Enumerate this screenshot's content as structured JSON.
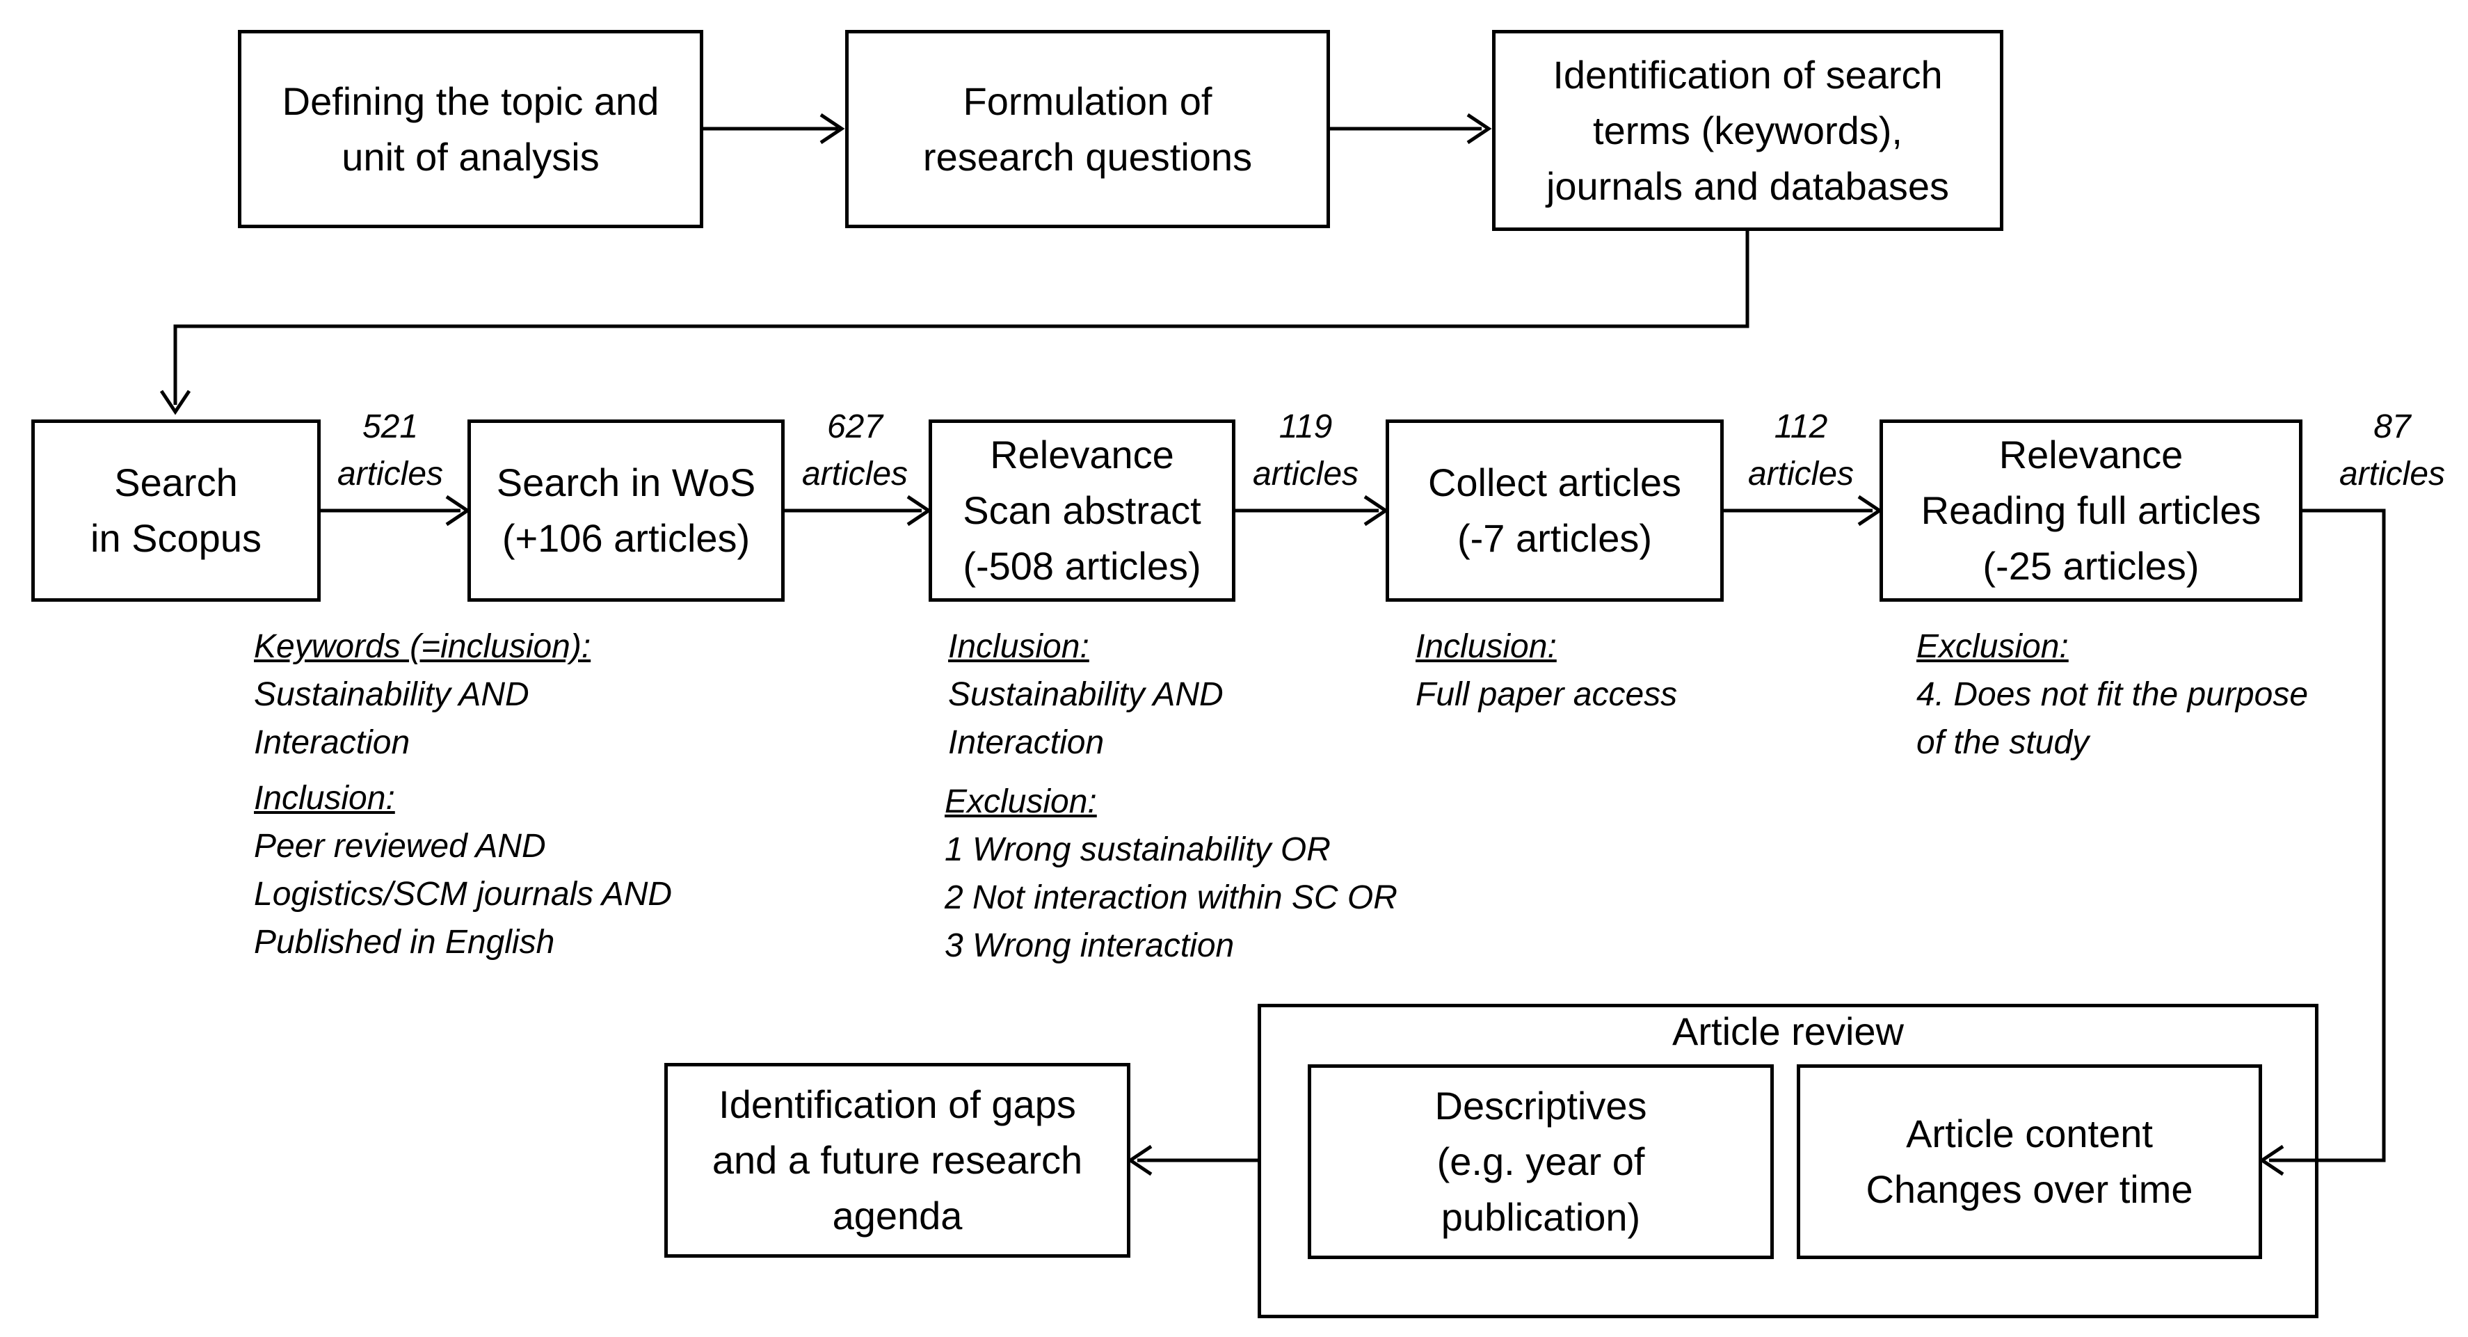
{
  "boxes": {
    "define": [
      "Defining the topic and",
      "unit of analysis"
    ],
    "formulate": [
      "Formulation of",
      "research questions"
    ],
    "identify_terms": [
      "Identification of search",
      "terms (keywords),",
      "journals and databases"
    ],
    "scopus": [
      "Search",
      "in Scopus"
    ],
    "wos": [
      "Search in WoS",
      "(+106 articles)"
    ],
    "relevance_abstract": [
      "Relevance",
      "Scan abstract",
      "(-508 articles)"
    ],
    "collect": [
      "Collect articles",
      "(-7 articles)"
    ],
    "relevance_full": [
      "Relevance",
      "Reading full articles",
      "(-25 articles)"
    ],
    "gaps": [
      "Identification of gaps",
      "and a future research",
      "agenda"
    ],
    "descriptives": [
      "Descriptives",
      "(e.g. year of",
      "publication)"
    ],
    "content": [
      "Article content",
      "Changes over time"
    ]
  },
  "review": {
    "title": "Article review"
  },
  "counts": [
    {
      "value": "521",
      "unit": "articles"
    },
    {
      "value": "627",
      "unit": "articles"
    },
    {
      "value": "119",
      "unit": "articles"
    },
    {
      "value": "112",
      "unit": "articles"
    },
    {
      "value": "87",
      "unit": "articles"
    }
  ],
  "criteria": {
    "scopus_keywords": {
      "heading": "Keywords (=inclusion):",
      "lines": [
        "Sustainability AND",
        "Interaction"
      ]
    },
    "scopus_inclusion": {
      "heading": "Inclusion:",
      "lines": [
        "Peer reviewed AND",
        "Logistics/SCM journals AND",
        "Published in English"
      ]
    },
    "abstract_inclusion": {
      "heading": "Inclusion:",
      "lines": [
        "Sustainability AND",
        "Interaction"
      ]
    },
    "abstract_exclusion": {
      "heading": "Exclusion:",
      "lines": [
        "1 Wrong sustainability OR",
        "2 Not interaction within SC OR",
        "3 Wrong interaction"
      ]
    },
    "collect_inclusion": {
      "heading": "Inclusion:",
      "lines": [
        "Full paper access"
      ]
    },
    "full_exclusion": {
      "heading": "Exclusion:",
      "lines": [
        "4. Does not fit the purpose",
        "of the study"
      ]
    }
  }
}
